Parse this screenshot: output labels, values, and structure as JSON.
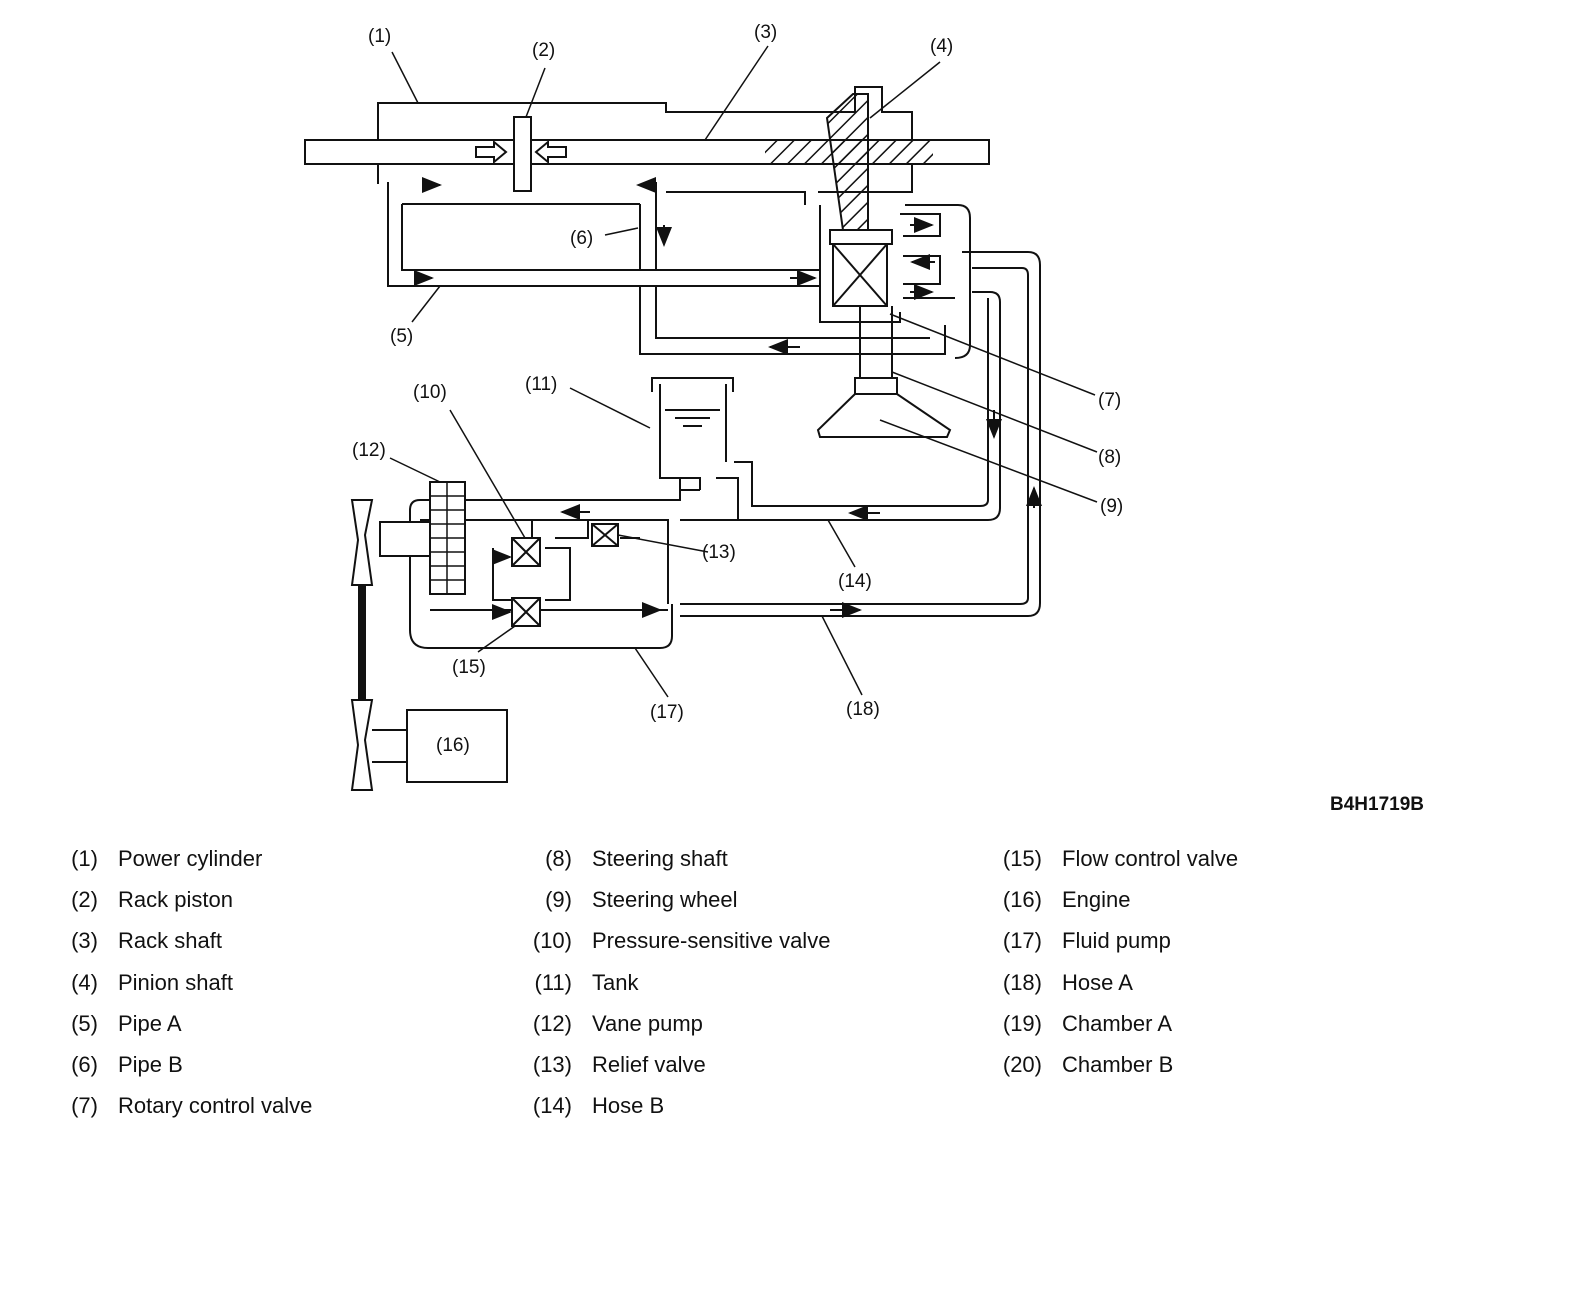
{
  "diagram": {
    "code": "B4H1719B",
    "callouts": [
      "(1)",
      "(2)",
      "(3)",
      "(4)",
      "(5)",
      "(6)",
      "(7)",
      "(8)",
      "(9)",
      "(10)",
      "(11)",
      "(12)",
      "(13)",
      "(14)",
      "(15)",
      "(16)",
      "(17)",
      "(18)"
    ]
  },
  "legend": {
    "columns": [
      [
        {
          "num": "(1)",
          "name": "Power cylinder"
        },
        {
          "num": "(2)",
          "name": "Rack piston"
        },
        {
          "num": "(3)",
          "name": "Rack shaft"
        },
        {
          "num": "(4)",
          "name": "Pinion shaft"
        },
        {
          "num": "(5)",
          "name": "Pipe A"
        },
        {
          "num": "(6)",
          "name": "Pipe B"
        },
        {
          "num": "(7)",
          "name": "Rotary control valve"
        }
      ],
      [
        {
          "num": "(8)",
          "name": "Steering shaft"
        },
        {
          "num": "(9)",
          "name": "Steering wheel"
        },
        {
          "num": "(10)",
          "name": "Pressure-sensitive valve"
        },
        {
          "num": "(11)",
          "name": "Tank"
        },
        {
          "num": "(12)",
          "name": "Vane pump"
        },
        {
          "num": "(13)",
          "name": "Relief valve"
        },
        {
          "num": "(14)",
          "name": "Hose B"
        }
      ],
      [
        {
          "num": "(15)",
          "name": "Flow control valve"
        },
        {
          "num": "(16)",
          "name": "Engine"
        },
        {
          "num": "(17)",
          "name": "Fluid pump"
        },
        {
          "num": "(18)",
          "name": "Hose A"
        },
        {
          "num": "(19)",
          "name": "Chamber A"
        },
        {
          "num": "(20)",
          "name": "Chamber B"
        }
      ]
    ]
  }
}
